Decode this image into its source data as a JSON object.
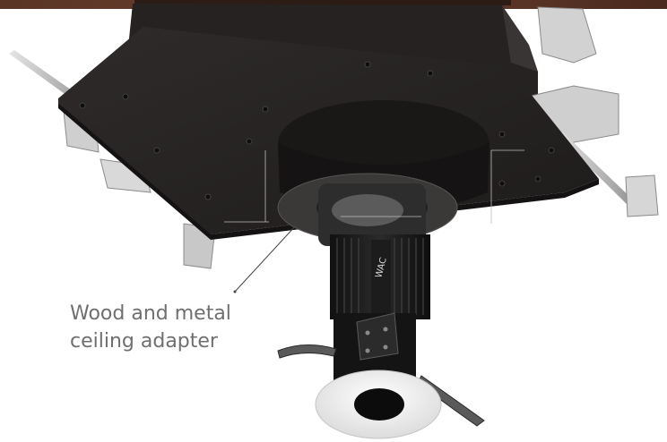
{
  "callout": {
    "line1": "Wood and metal",
    "line2": "ceiling adapter"
  },
  "fixture": {
    "brand_mark": "WAC"
  },
  "colors": {
    "housing": "#2a2727",
    "metal": "#c9c9c9",
    "trim": "#f7f7f7",
    "background": "#ffffff"
  }
}
